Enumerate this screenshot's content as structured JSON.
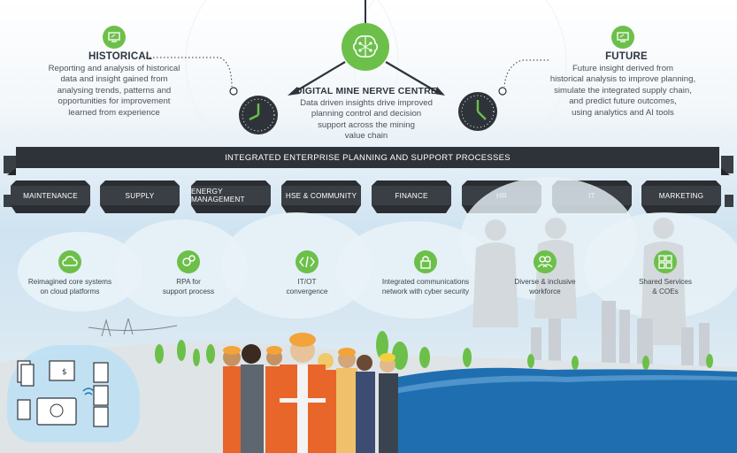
{
  "center": {
    "title": "DIGITAL MINE NERVE CENTRE",
    "desc": [
      "Data driven insights drive improved",
      "planning control and decision",
      "support across the mining",
      "value chain"
    ],
    "icon": "brain-icon"
  },
  "historical": {
    "title": "HISTORICAL",
    "desc": [
      "Reporting and analysis of historical",
      "data and insight gained from",
      "analysing trends, patterns and",
      "opportunities for improvement",
      "learned from experience"
    ],
    "icon": "monitor-icon"
  },
  "future": {
    "title": "FUTURE",
    "desc": [
      "Future insight derived from",
      "historical analysis to improve planning,",
      "simulate the integrated supply chain,",
      "and predict future outcomes,",
      "using analytics and AI tools"
    ],
    "icon": "monitor-icon"
  },
  "banner": "INTEGRATED ENTERPRISE PLANNING AND SUPPORT PROCESSES",
  "processes": [
    "MAINTENANCE",
    "SUPPLY",
    "ENERGY MANAGEMENT",
    "HSE & COMMUNITY",
    "FINANCE",
    "HR",
    "IT",
    "MARKETING"
  ],
  "capabilities": [
    {
      "icon": "cloud-icon",
      "label": [
        "Reimagined core systems",
        "on cloud platforms"
      ]
    },
    {
      "icon": "gears-icon",
      "label": [
        "RPA for",
        "support process"
      ]
    },
    {
      "icon": "code-icon",
      "label": [
        "IT/OT",
        "convergence"
      ]
    },
    {
      "icon": "lock-icon",
      "label": [
        "Integrated communications",
        "network with cyber security"
      ]
    },
    {
      "icon": "people-icon",
      "label": [
        "Diverse & inclusive",
        "workforce"
      ]
    },
    {
      "icon": "services-icon",
      "label": [
        "Shared Services",
        "& COEs"
      ]
    }
  ],
  "colors": {
    "accent": "#6cc04a",
    "dark": "#2e3339",
    "sea": "#1f6fb0",
    "vest": "#e8662a"
  }
}
